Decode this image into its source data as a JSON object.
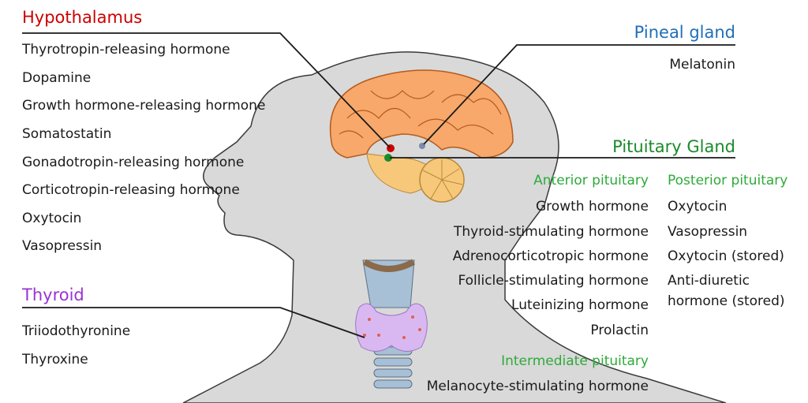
{
  "colors": {
    "hypothalamus": "#cc0000",
    "pineal": "#1f6fb8",
    "pituitary": "#1a8a2a",
    "subheading": "#2eaa3a",
    "thyroid": "#9a33d6",
    "text": "#1a1a1a",
    "silhouette": "#d9d9d9",
    "brain": "#f7a86a",
    "cerebellum": "#f8c87a",
    "thyroid_gland": "#d9b8f2",
    "trachea": "#a8c0d6"
  },
  "hypothalamus": {
    "title": "Hypothalamus",
    "hormones": [
      "Thyrotropin-releasing hormone",
      "Dopamine",
      "Growth hormone-releasing hormone",
      "Somatostatin",
      "Gonadotropin-releasing hormone",
      "Corticotropin-releasing hormone",
      "Oxytocin",
      "Vasopressin"
    ]
  },
  "thyroid": {
    "title": "Thyroid",
    "hormones": [
      "Triiodothyronine",
      "Thyroxine"
    ]
  },
  "pineal": {
    "title": "Pineal gland",
    "hormones": [
      "Melatonin"
    ]
  },
  "pituitary": {
    "title": "Pituitary Gland",
    "anterior": {
      "title": "Anterior pituitary",
      "hormones": [
        "Growth hormone",
        "Thyroid-stimulating hormone",
        "Adrenocorticotropic hormone",
        "Follicle-stimulating hormone",
        "Luteinizing hormone",
        "Prolactin"
      ]
    },
    "posterior": {
      "title": "Posterior pituitary",
      "hormones": [
        "Oxytocin",
        "Vasopressin",
        "Oxytocin (stored)",
        "Anti-diuretic",
        "hormone (stored)"
      ]
    },
    "intermediate": {
      "title": "Intermediate pituitary",
      "hormones": [
        "Melanocyte-stimulating hormone"
      ]
    }
  }
}
